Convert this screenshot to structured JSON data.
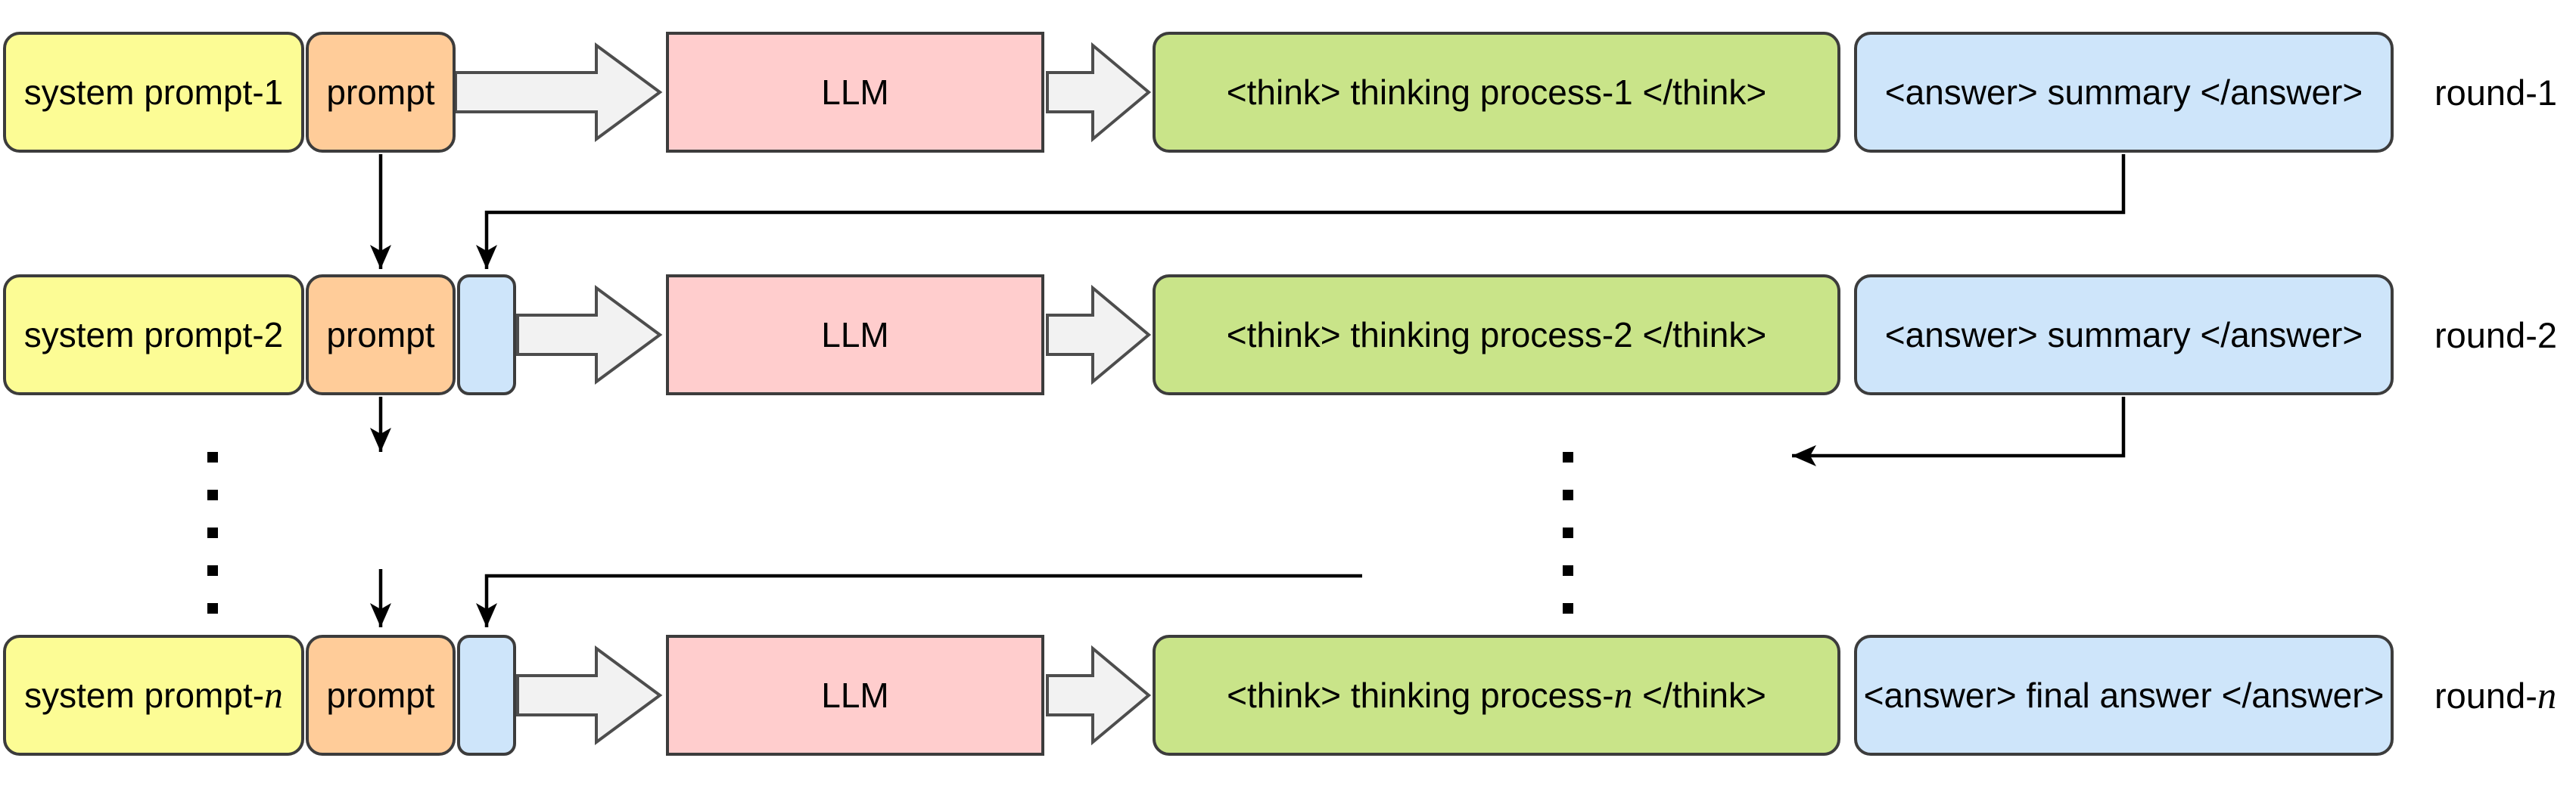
{
  "colors": {
    "yellow": "#FCFC95",
    "orange": "#FFCC99",
    "pink": "#FFCDCD",
    "green": "#C9E489",
    "blue": "#CEE5FA",
    "border": "#3C3C3C",
    "block_arrow_fill": "#F2F2F2",
    "block_arrow_stroke": "#4D4D4D",
    "connector": "#000000"
  },
  "rows": [
    {
      "system_prompt": {
        "pre": "system prompt-1",
        "it": "",
        "post": ""
      },
      "prompt_label": "prompt",
      "llm_label": "LLM",
      "think": {
        "pre": "<think> thinking process-1 </think>",
        "it": "",
        "post": ""
      },
      "answer": {
        "pre": "<answer> summary </answer>",
        "it": "",
        "post": ""
      },
      "round": {
        "pre": "round-1",
        "it": "",
        "post": ""
      }
    },
    {
      "system_prompt": {
        "pre": "system prompt-2",
        "it": "",
        "post": ""
      },
      "prompt_label": "prompt",
      "llm_label": "LLM",
      "think": {
        "pre": "<think> thinking process-2 </think>",
        "it": "",
        "post": ""
      },
      "answer": {
        "pre": "<answer> summary </answer>",
        "it": "",
        "post": ""
      },
      "round": {
        "pre": "round-2",
        "it": "",
        "post": ""
      }
    },
    {
      "system_prompt": {
        "pre": "system prompt-",
        "it": "n",
        "post": ""
      },
      "prompt_label": "prompt",
      "llm_label": "LLM",
      "think": {
        "pre": "<think> thinking process-",
        "it": "n",
        "post": " </think>"
      },
      "answer": {
        "pre": "<answer> final answer </answer>",
        "it": "",
        "post": ""
      },
      "round": {
        "pre": "round-",
        "it": "n",
        "post": ""
      }
    }
  ]
}
